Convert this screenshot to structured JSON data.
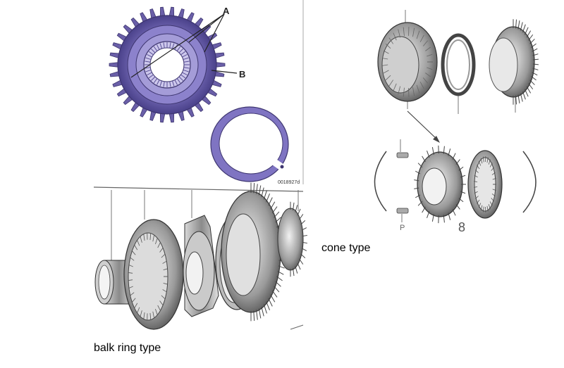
{
  "figure_top_left": {
    "callout_a": "A",
    "callout_b": "B",
    "part_number": "0018927d"
  },
  "figure_right": {
    "label_p": "P",
    "label_8": "8"
  },
  "captions": {
    "cone_type": "cone type",
    "balk_ring_type": "balk ring type"
  },
  "colors": {
    "gear_purple": "#6a5fa8",
    "gear_dark": "#3e3670",
    "line_gray": "#555555",
    "ink_black": "#222222"
  }
}
